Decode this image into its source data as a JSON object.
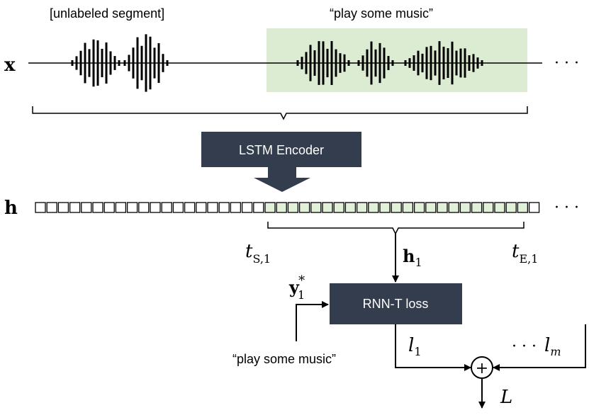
{
  "labels": {
    "unlabeled": "[unlabeled segment]",
    "labeled": "“play some music”",
    "x_var": "x",
    "h_var": "h",
    "ellipsis": "· · ·",
    "t_start": "t",
    "t_start_sub": "S,1",
    "t_end": "t",
    "t_end_sub": "E,1",
    "h1": "h",
    "h1_sub": "1",
    "y1": "y",
    "y1_sub": "1",
    "y1_sup": "*",
    "target_text": "“play some music”",
    "l1": "l",
    "l1_sub": "1",
    "lm_dots": "· · ·",
    "lm": "l",
    "lm_sub": "m",
    "L": "L",
    "plus": "+"
  },
  "encoder": {
    "label": "LSTM Encoder"
  },
  "loss": {
    "label": "RNN-T loss"
  },
  "colors": {
    "box": "#333d4d",
    "highlight": "#dcecd2",
    "cell_fill": "#e2efd9",
    "ink": "#000000"
  }
}
